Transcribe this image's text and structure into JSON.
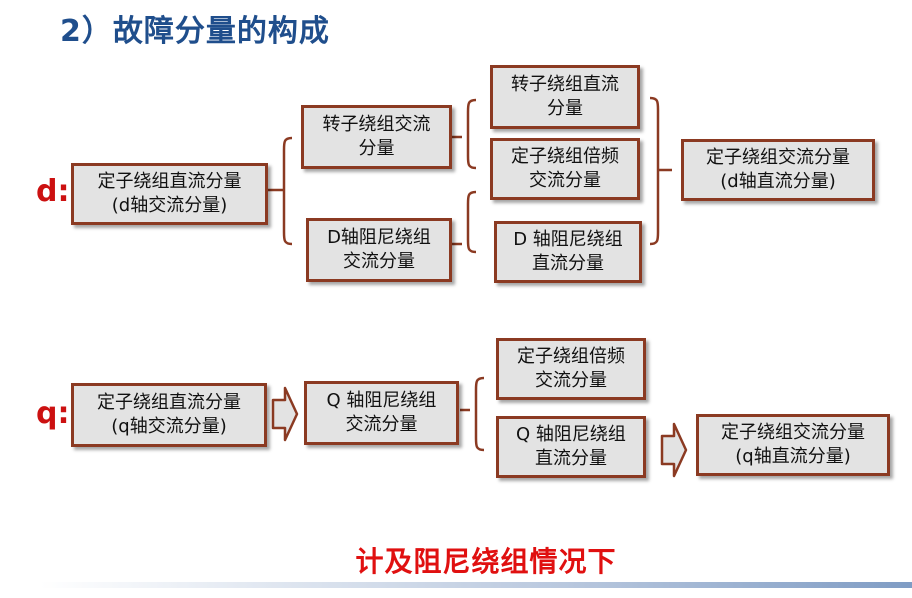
{
  "title": "2）故障分量的构成",
  "d": {
    "label": "d:",
    "stator_dc": [
      "定子绕组直流分量",
      "(d轴交流分量)"
    ],
    "rotor_ac": [
      "转子绕组交流",
      "分量"
    ],
    "damper_ac": [
      "D轴阻尼绕组",
      "交流分量"
    ],
    "rotor_dc": [
      "转子绕组直流",
      "分量"
    ],
    "stator_double_freq": [
      "定子绕组倍频",
      "交流分量"
    ],
    "damper_dc": [
      "D 轴阻尼绕组",
      "直流分量"
    ],
    "stator_ac": [
      "定子绕组交流分量",
      "(d轴直流分量)"
    ]
  },
  "q": {
    "label": "q:",
    "stator_dc": [
      "定子绕组直流分量",
      "(q轴交流分量)"
    ],
    "damper_ac": [
      "Q 轴阻尼绕组",
      "交流分量"
    ],
    "stator_double_freq": [
      "定子绕组倍频",
      "交流分量"
    ],
    "damper_dc": [
      "Q 轴阻尼绕组",
      "直流分量"
    ],
    "stator_ac": [
      "定子绕组交流分量",
      "(q轴直流分量)"
    ]
  },
  "footer": "计及阻尼绕组情况下"
}
